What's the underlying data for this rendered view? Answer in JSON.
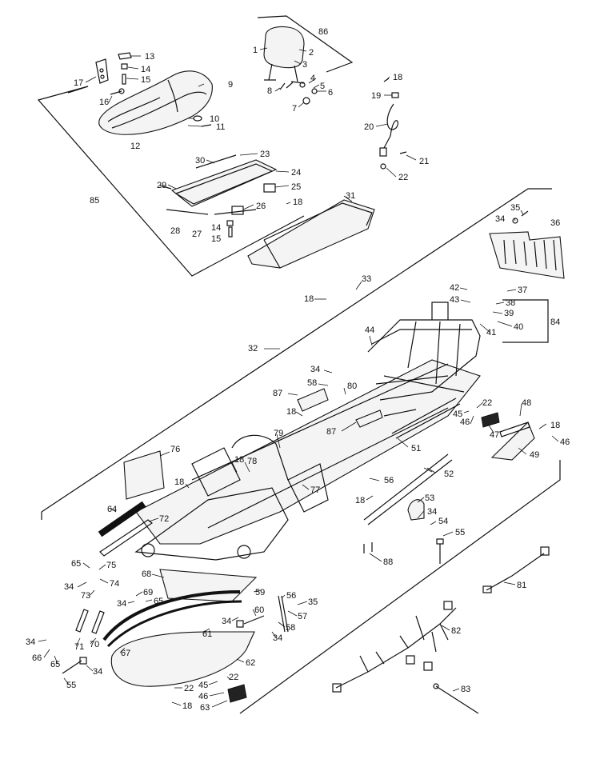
{
  "callouts": [
    {
      "id": "1",
      "label": "1"
    },
    {
      "id": "2",
      "label": "2"
    },
    {
      "id": "3",
      "label": "3"
    },
    {
      "id": "4",
      "label": "4"
    },
    {
      "id": "5",
      "label": "5"
    },
    {
      "id": "6",
      "label": "6"
    },
    {
      "id": "7",
      "label": "7"
    },
    {
      "id": "8",
      "label": "8"
    },
    {
      "id": "9",
      "label": "9"
    },
    {
      "id": "10",
      "label": "10"
    },
    {
      "id": "11",
      "label": "11"
    },
    {
      "id": "12",
      "label": "12"
    },
    {
      "id": "13",
      "label": "13"
    },
    {
      "id": "14a",
      "label": "14"
    },
    {
      "id": "15a",
      "label": "15"
    },
    {
      "id": "16",
      "label": "16"
    },
    {
      "id": "17",
      "label": "17"
    },
    {
      "id": "18a",
      "label": "18"
    },
    {
      "id": "19",
      "label": "19"
    },
    {
      "id": "20",
      "label": "20"
    },
    {
      "id": "21",
      "label": "21"
    },
    {
      "id": "22a",
      "label": "22"
    },
    {
      "id": "23",
      "label": "23"
    },
    {
      "id": "24",
      "label": "24"
    },
    {
      "id": "25",
      "label": "25"
    },
    {
      "id": "18b",
      "label": "18"
    },
    {
      "id": "26",
      "label": "26"
    },
    {
      "id": "29",
      "label": "29"
    },
    {
      "id": "30",
      "label": "30"
    },
    {
      "id": "28",
      "label": "28"
    },
    {
      "id": "27",
      "label": "27"
    },
    {
      "id": "14b",
      "label": "14"
    },
    {
      "id": "15b",
      "label": "15"
    },
    {
      "id": "31",
      "label": "31"
    },
    {
      "id": "85",
      "label": "85"
    },
    {
      "id": "86",
      "label": "86"
    },
    {
      "id": "35",
      "label": "35"
    },
    {
      "id": "34a",
      "label": "34"
    },
    {
      "id": "36",
      "label": "36"
    },
    {
      "id": "18c",
      "label": "18"
    },
    {
      "id": "33",
      "label": "33"
    },
    {
      "id": "42",
      "label": "42"
    },
    {
      "id": "37",
      "label": "37"
    },
    {
      "id": "43",
      "label": "43"
    },
    {
      "id": "38",
      "label": "38"
    },
    {
      "id": "39",
      "label": "39"
    },
    {
      "id": "40",
      "label": "40"
    },
    {
      "id": "41",
      "label": "41"
    },
    {
      "id": "84",
      "label": "84"
    },
    {
      "id": "32",
      "label": "32"
    },
    {
      "id": "44",
      "label": "44"
    },
    {
      "id": "34b",
      "label": "34"
    },
    {
      "id": "58a",
      "label": "58"
    },
    {
      "id": "87a",
      "label": "87"
    },
    {
      "id": "80",
      "label": "80"
    },
    {
      "id": "18d",
      "label": "18"
    },
    {
      "id": "87b",
      "label": "87"
    },
    {
      "id": "45a",
      "label": "45"
    },
    {
      "id": "22b",
      "label": "22"
    },
    {
      "id": "46a",
      "label": "46"
    },
    {
      "id": "47",
      "label": "47"
    },
    {
      "id": "48",
      "label": "48"
    },
    {
      "id": "18e",
      "label": "18"
    },
    {
      "id": "46b",
      "label": "46"
    },
    {
      "id": "49",
      "label": "49"
    },
    {
      "id": "79",
      "label": "79"
    },
    {
      "id": "51",
      "label": "51"
    },
    {
      "id": "76",
      "label": "76"
    },
    {
      "id": "18f",
      "label": "18"
    },
    {
      "id": "78",
      "label": "78"
    },
    {
      "id": "52",
      "label": "52"
    },
    {
      "id": "18g",
      "label": "18"
    },
    {
      "id": "56a",
      "label": "56"
    },
    {
      "id": "77",
      "label": "77"
    },
    {
      "id": "18h",
      "label": "18"
    },
    {
      "id": "53",
      "label": "53"
    },
    {
      "id": "34c",
      "label": "34"
    },
    {
      "id": "54",
      "label": "54"
    },
    {
      "id": "55a",
      "label": "55"
    },
    {
      "id": "64",
      "label": "64"
    },
    {
      "id": "72",
      "label": "72"
    },
    {
      "id": "88",
      "label": "88"
    },
    {
      "id": "65a",
      "label": "65"
    },
    {
      "id": "75",
      "label": "75"
    },
    {
      "id": "34d",
      "label": "34"
    },
    {
      "id": "74",
      "label": "74"
    },
    {
      "id": "73",
      "label": "73"
    },
    {
      "id": "68",
      "label": "68"
    },
    {
      "id": "69",
      "label": "69"
    },
    {
      "id": "34e",
      "label": "34"
    },
    {
      "id": "65b",
      "label": "65"
    },
    {
      "id": "59",
      "label": "59"
    },
    {
      "id": "56b",
      "label": "56"
    },
    {
      "id": "35b",
      "label": "35"
    },
    {
      "id": "57",
      "label": "57"
    },
    {
      "id": "60",
      "label": "60"
    },
    {
      "id": "34f",
      "label": "34"
    },
    {
      "id": "58b",
      "label": "58"
    },
    {
      "id": "34g",
      "label": "34"
    },
    {
      "id": "81",
      "label": "81"
    },
    {
      "id": "34h",
      "label": "34"
    },
    {
      "id": "71",
      "label": "71"
    },
    {
      "id": "70",
      "label": "70"
    },
    {
      "id": "66",
      "label": "66"
    },
    {
      "id": "67",
      "label": "67"
    },
    {
      "id": "61",
      "label": "61"
    },
    {
      "id": "82",
      "label": "82"
    },
    {
      "id": "65c",
      "label": "65"
    },
    {
      "id": "34i",
      "label": "34"
    },
    {
      "id": "62",
      "label": "62"
    },
    {
      "id": "55b",
      "label": "55"
    },
    {
      "id": "22c",
      "label": "22"
    },
    {
      "id": "45b",
      "label": "45"
    },
    {
      "id": "22d",
      "label": "22"
    },
    {
      "id": "46c",
      "label": "46"
    },
    {
      "id": "63",
      "label": "63"
    },
    {
      "id": "18i",
      "label": "18"
    },
    {
      "id": "83",
      "label": "83"
    }
  ]
}
